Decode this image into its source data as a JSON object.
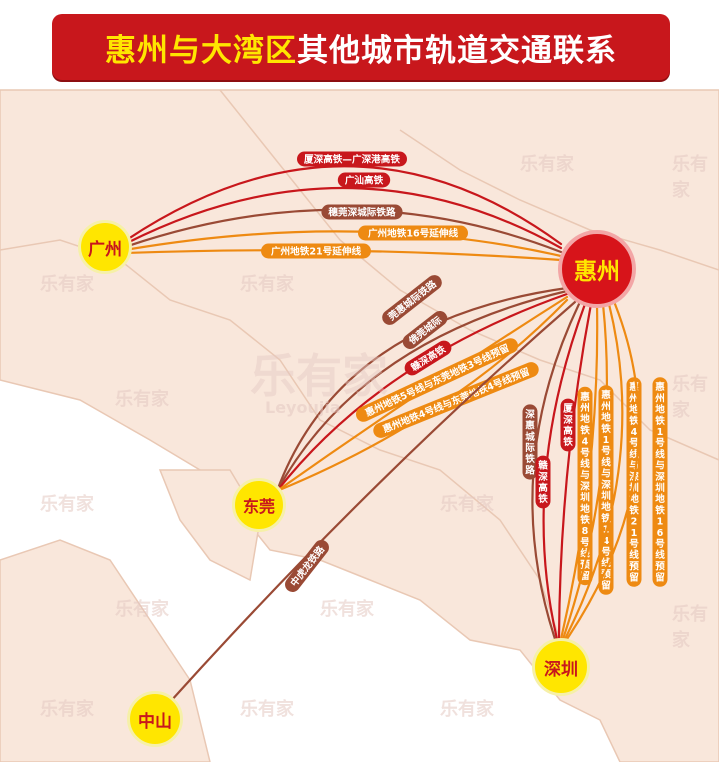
{
  "title": {
    "part1": "惠州与大湾区",
    "part2": "其他城市轨道交通联系"
  },
  "cities": {
    "guangzhou": "广州",
    "huizhou": "惠州",
    "dongguan": "东莞",
    "shenzhen": "深圳",
    "zhongshan": "中山"
  },
  "routes_gz_hz": [
    "厦深高铁—广深港高铁",
    "广汕高铁",
    "穗莞深城际铁路",
    "广州地铁16号延伸线",
    "广州地铁21号延伸线"
  ],
  "routes_dg_hz": [
    "莞惠城际铁路",
    "佛莞城际",
    "赣深高铁",
    "惠州地铁5号线与东莞地铁3号线预留",
    "惠州地铁4号线与东莞地铁4号线预留"
  ],
  "routes_sz_hz": [
    "深惠城际铁路",
    "赣深高铁",
    "厦深高铁",
    "惠州地铁4号线与深圳地铁8号线预留",
    "惠州地铁1号线与深圳地铁14号线预留",
    "惠州地铁4号线与深圳地铁21号线预留",
    "惠州地铁1号线与深圳地铁16号线预留"
  ],
  "route_zs_hz": "中虎龙铁路",
  "watermark": "乐有家",
  "watermark_sub": "Leyoujia",
  "colors": {
    "red": "#c8171c",
    "orange": "#ee8a12",
    "brown": "#9a4a35",
    "yellow": "#ffe600",
    "land": "#f9e7db",
    "border": "#e9c8b4"
  }
}
